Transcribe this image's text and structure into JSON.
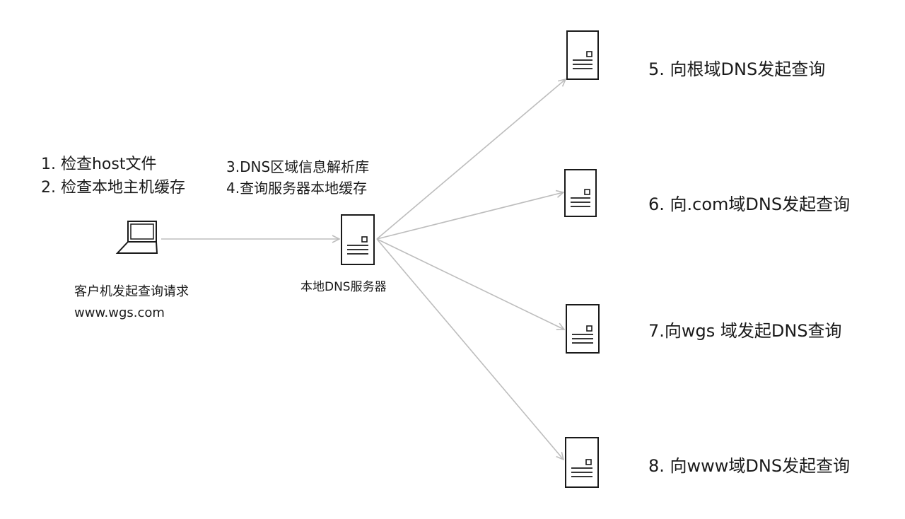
{
  "client": {
    "steps": [
      "1. 检查host文件",
      "2. 检查本地主机缓存"
    ],
    "caption_line1": "客户机发起查询请求",
    "caption_line2": "www.wgs.com",
    "icon": "laptop-icon"
  },
  "local_dns": {
    "steps": [
      "3.DNS区域信息解析库",
      "4.查询服务器本地缓存"
    ],
    "caption": "本地DNS服务器",
    "icon": "server-icon"
  },
  "queries": [
    {
      "label": "5. 向根域DNS发起查询",
      "icon": "server-icon"
    },
    {
      "label": "6. 向.com域DNS发起查询",
      "icon": "server-icon"
    },
    {
      "label": "7.向wgs 域发起DNS查询",
      "icon": "server-icon"
    },
    {
      "label": "8. 向www域DNS发起查询",
      "icon": "server-icon"
    }
  ],
  "colors": {
    "arrow": "#bdbdbd",
    "icon_stroke": "#1a1a1a",
    "text": "#1a1a1a"
  }
}
